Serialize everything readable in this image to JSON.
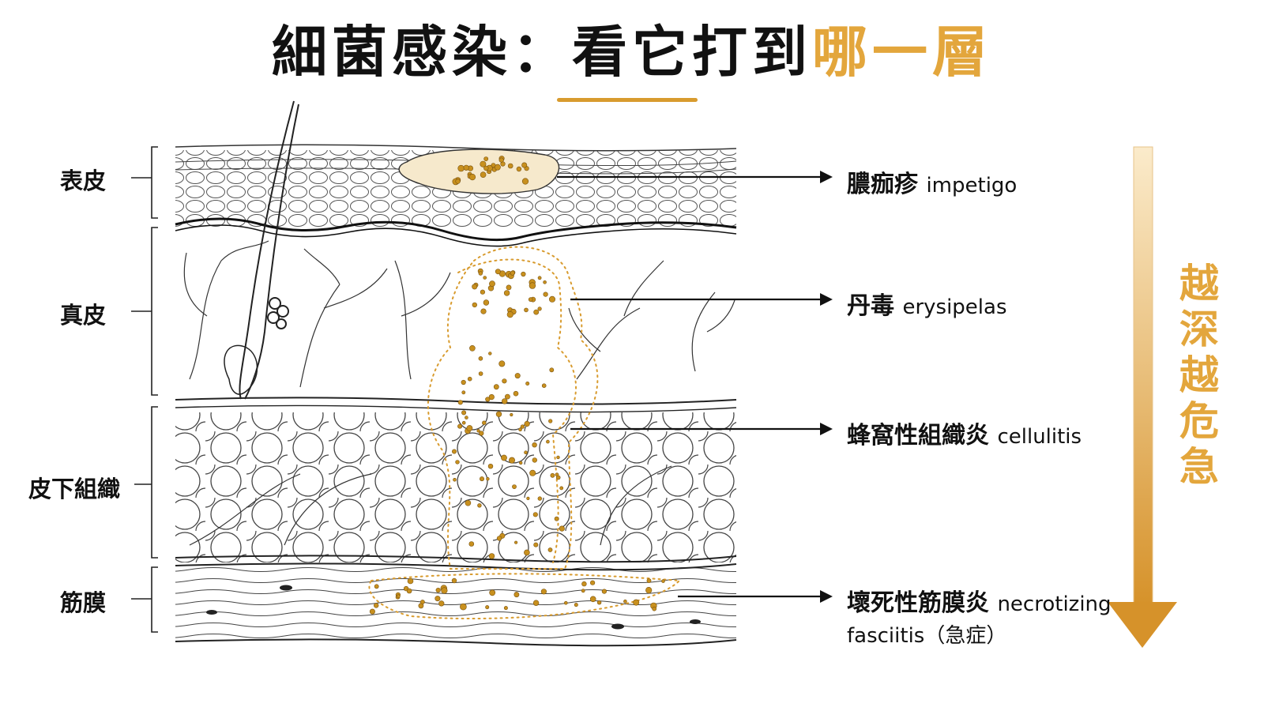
{
  "title": {
    "main": "細菌感染：看它打到",
    "accent": "哪一層"
  },
  "colors": {
    "accent": "#E3A63C",
    "line": "#111111",
    "bacteria": "#C8901E"
  },
  "layers": [
    {
      "label": "表皮"
    },
    {
      "label": "真皮"
    },
    {
      "label": "皮下組織"
    },
    {
      "label": "筋膜"
    }
  ],
  "annotations": [
    {
      "zh": "膿痂疹",
      "en": "impetigo"
    },
    {
      "zh": "丹毒",
      "en": "erysipelas"
    },
    {
      "zh": "蜂窩性組織炎",
      "en": "cellulitis"
    },
    {
      "zh": "壞死性筋膜炎",
      "en": "necrotizing",
      "line2": "fasciitis（急症）"
    }
  ],
  "severity": {
    "text": "越深越危急",
    "icon": "down-arrow-icon"
  }
}
